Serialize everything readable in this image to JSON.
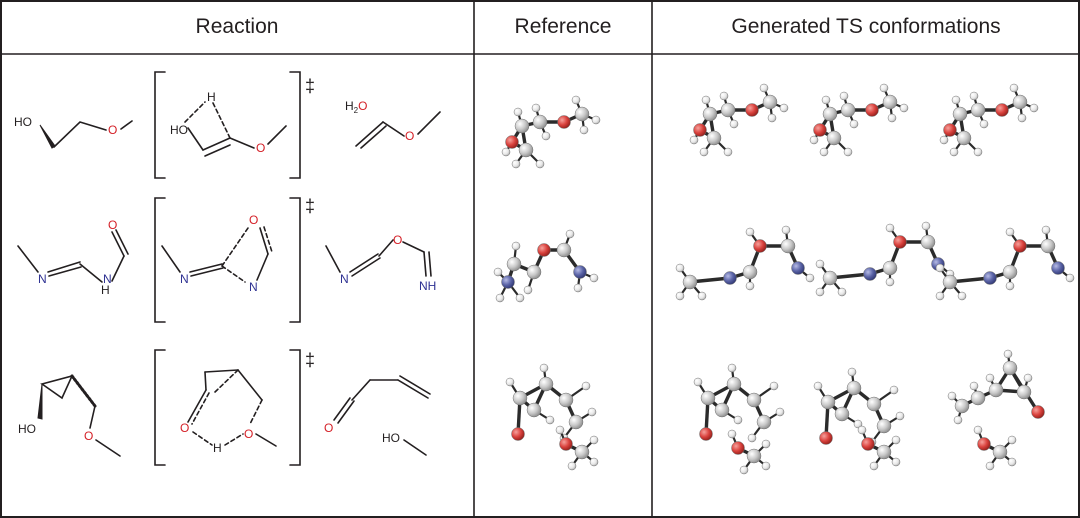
{
  "headers": {
    "reaction": "Reaction",
    "reference": "Reference",
    "generated": "Generated TS conformations"
  },
  "ts_symbol": "‡",
  "atom_labels": {
    "ho": "HO",
    "h": "H",
    "o": "O",
    "n": "N",
    "nh": "NH",
    "water_h": "H",
    "water_sub": "2",
    "water_o": "O"
  },
  "atom_colors": {
    "oxygen": "#d9413c",
    "nitrogen": "#4f5896",
    "carbon": "#c8c8c8",
    "hydrogen": "#e8e8e8",
    "bond": "#2b2b2b",
    "label_oxygen": "#d41f26",
    "label_nitrogen": "#2e3192"
  },
  "reactions": [
    {
      "row": 1,
      "reactant": "2-methoxyethanol",
      "product": "water + methyl vinyl ether",
      "reference_conformations": 1,
      "generated_conformations": 3
    },
    {
      "row": 2,
      "reactant": "N-methyl formamidine formamide",
      "product": "imine ether",
      "reference_conformations": 1,
      "generated_conformations": 3
    },
    {
      "row": 3,
      "reactant": "cyclopropyl alcohol ether",
      "product": "butenal + methanol",
      "reference_conformations": 1,
      "generated_conformations": 3
    }
  ]
}
